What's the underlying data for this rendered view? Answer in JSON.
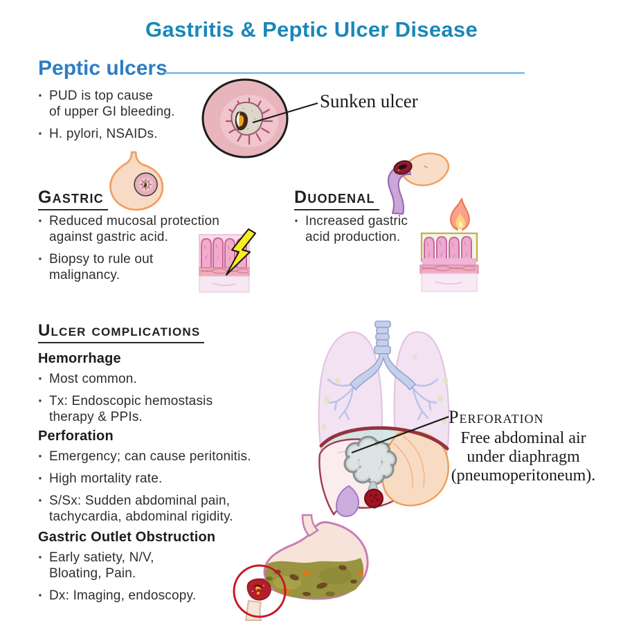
{
  "header": {
    "title": "Gastritis & Peptic Ulcer Disease"
  },
  "peptic_ulcers": {
    "heading": "Peptic ulcers",
    "bullets": [
      "PUD is top cause\nof upper GI bleeding.",
      "H. pylori, NSAIDs."
    ],
    "callout": "Sunken ulcer"
  },
  "gastric": {
    "heading": "Gastric",
    "bullets": [
      "Reduced mucosal protection\nagainst gastric acid.",
      "Biopsy to rule out\nmalignancy."
    ]
  },
  "duodenal": {
    "heading": "Duodenal",
    "bullets": [
      "Increased gastric\nacid production."
    ]
  },
  "complications": {
    "heading": "Ulcer complications",
    "hemorrhage": {
      "title": "Hemorrhage",
      "bullets": [
        "Most common.",
        "Tx: Endoscopic hemostasis\ntherapy & PPIs."
      ]
    },
    "perforation": {
      "title": "Perforation",
      "bullets": [
        "Emergency; can cause peritonitis.",
        "High mortality rate.",
        "S/Sx: Sudden abdominal pain,\ntachycardia, abdominal rigidity."
      ]
    },
    "obstruction": {
      "title": "Gastric Outlet Obstruction",
      "bullets": [
        "Early satiety, N/V,\nBloating, Pain.",
        "Dx: Imaging, endoscopy."
      ]
    },
    "callout": {
      "label": "Perforation",
      "caption": "Free abdominal air\nunder diaphragm\n(pneumoperitoneum)."
    }
  },
  "icons": {
    "sunken_ulcer": "endoscopy-ulcer-illustration",
    "gastric_stomach": "stomach-with-ulcer-icon",
    "gastric_mucosa": "gastric-mucosa-lightning-icon",
    "duodenum": "duodenum-ulcer-icon",
    "duodenal_mucosa": "duodenal-mucosa-flame-icon",
    "thorax": "lungs-diaphragm-pneumoperitoneum-illustration",
    "stomach_obstruction": "stomach-outlet-obstruction-illustration"
  },
  "colors": {
    "title": "#1a87b8",
    "section_heading": "#2d7dc5",
    "divider": "#8cc3e8",
    "body_text": "#2e2e2e",
    "heading_text": "#1f1f1f",
    "serif_text": "#1a1a1a",
    "diaphragm_red": "#94333f",
    "ulcer_red": "#b51f2c",
    "content_olive": "#999440"
  }
}
